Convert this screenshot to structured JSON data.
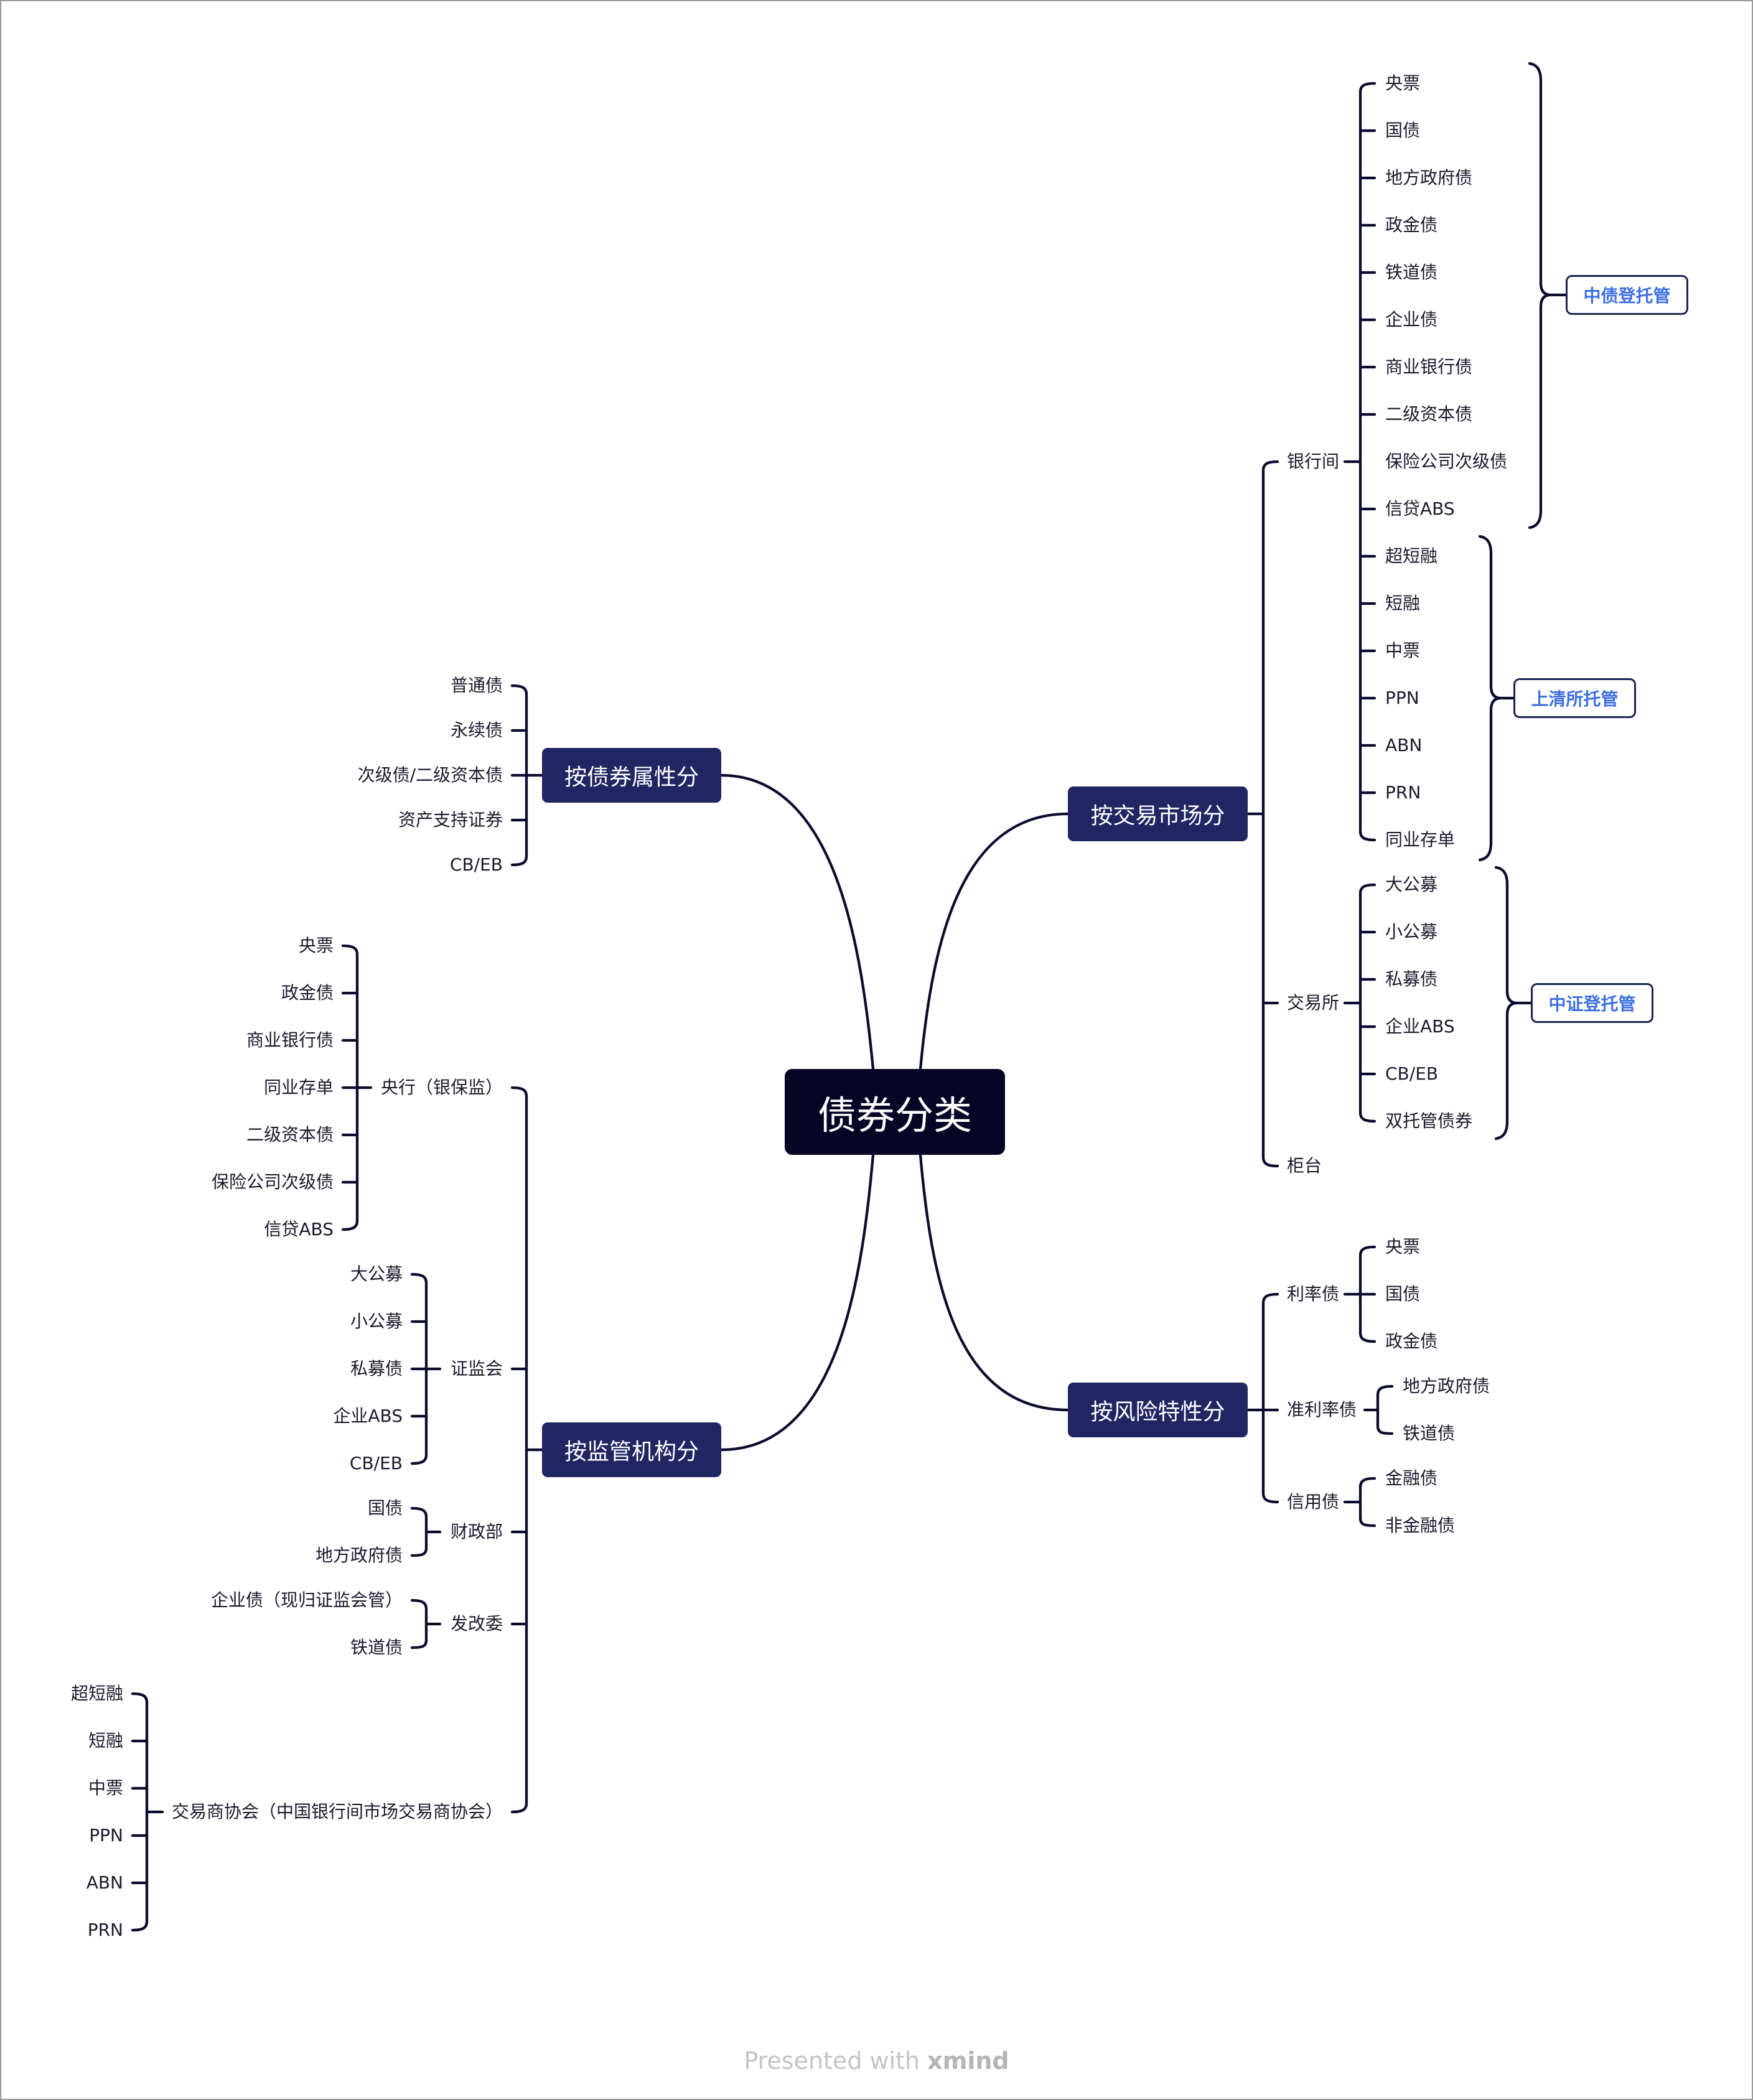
{
  "central": "债券分类",
  "footer": {
    "prefix": "Presented with",
    "brand": "xmind"
  },
  "attr": {
    "title": "按债券属性分",
    "items": [
      "普通债",
      "永续债",
      "次级债/二级资本债",
      "资产支持证券",
      "CB/EB"
    ]
  },
  "regulator": {
    "title": "按监管机构分",
    "groups": [
      {
        "label": "央行（银保监）",
        "items": [
          "央票",
          "政金债",
          "商业银行债",
          "同业存单",
          "二级资本债",
          "保险公司次级债",
          "信贷ABS"
        ]
      },
      {
        "label": "证监会",
        "items": [
          "大公募",
          "小公募",
          "私募债",
          "企业ABS",
          "CB/EB"
        ]
      },
      {
        "label": "财政部",
        "items": [
          "国债",
          "地方政府债"
        ]
      },
      {
        "label": "发改委",
        "items": [
          "企业债（现归证监会管）",
          "铁道债"
        ]
      },
      {
        "label": "交易商协会（中国银行间市场交易商协会）",
        "items": [
          "超短融",
          "短融",
          "中票",
          "PPN",
          "ABN",
          "PRN"
        ]
      }
    ]
  },
  "market": {
    "title": "按交易市场分",
    "groups": [
      {
        "label": "银行间",
        "items": [
          "央票",
          "国债",
          "地方政府债",
          "政金债",
          "铁道债",
          "企业债",
          "商业银行债",
          "二级资本债",
          "保险公司次级债",
          "信贷ABS",
          "超短融",
          "短融",
          "中票",
          "PPN",
          "ABN",
          "PRN",
          "同业存单"
        ]
      },
      {
        "label": "交易所",
        "items": [
          "大公募",
          "小公募",
          "私募债",
          "企业ABS",
          "CB/EB",
          "双托管债券"
        ]
      },
      {
        "label": "柜台",
        "items": []
      }
    ],
    "summaries": [
      "中债登托管",
      "上清所托管",
      "中证登托管"
    ]
  },
  "risk": {
    "title": "按风险特性分",
    "groups": [
      {
        "label": "利率债",
        "items": [
          "央票",
          "国债",
          "政金债"
        ]
      },
      {
        "label": "准利率债",
        "items": [
          "地方政府债",
          "铁道债"
        ]
      },
      {
        "label": "信用债",
        "items": [
          "金融债",
          "非金融债"
        ]
      }
    ]
  }
}
